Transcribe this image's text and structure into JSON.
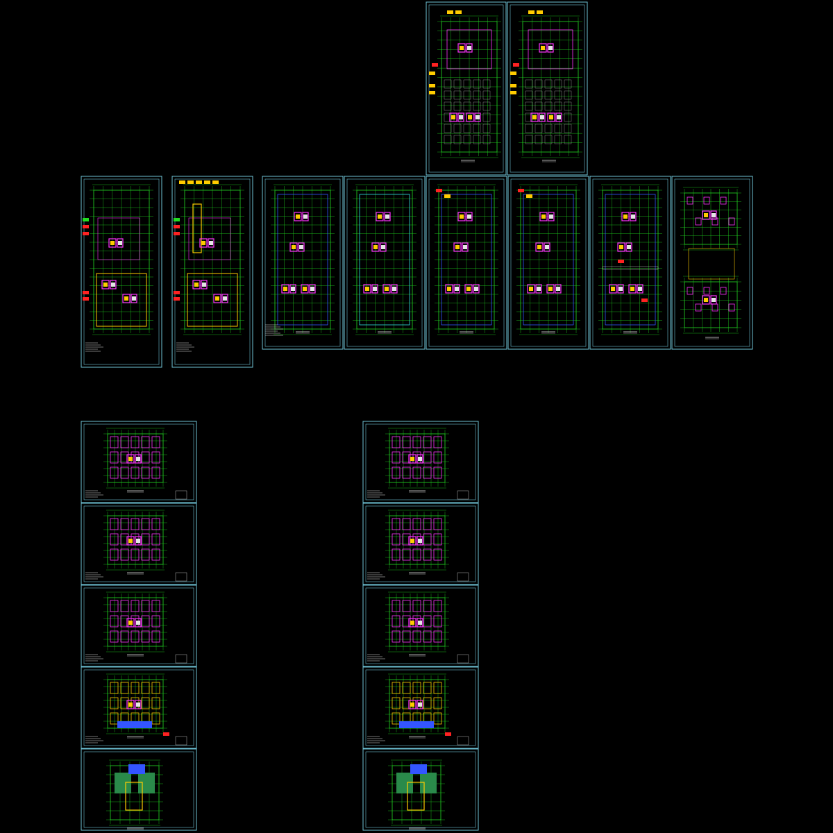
{
  "canvas": {
    "background": "#000000"
  },
  "colors": {
    "frame": "#6fc3d6",
    "grid": "#22dd22",
    "wall": "#ff33ff",
    "accent_yellow": "#ffcc00",
    "accent_red": "#ff2222",
    "accent_blue": "#3355ff",
    "white": "#e6e6e6",
    "cyan": "#33e0e0"
  },
  "sheets": {
    "top_row": [
      {
        "name": "sheet-basement-1",
        "kind": "parking-plan"
      },
      {
        "name": "sheet-basement-2",
        "kind": "parking-plan"
      }
    ],
    "middle_row": [
      {
        "name": "sheet-podium-1",
        "kind": "podium-plan-annotated"
      },
      {
        "name": "sheet-podium-2",
        "kind": "podium-plan-annotated"
      },
      {
        "name": "sheet-podium-3",
        "kind": "podium-plan"
      },
      {
        "name": "sheet-podium-4",
        "kind": "podium-plan"
      },
      {
        "name": "sheet-podium-5",
        "kind": "podium-plan"
      },
      {
        "name": "sheet-podium-6",
        "kind": "podium-plan"
      },
      {
        "name": "sheet-podium-7",
        "kind": "podium-plan"
      },
      {
        "name": "sheet-tower-combo",
        "kind": "tower-combo"
      }
    ],
    "left_column": [
      {
        "name": "sheet-left-tower-1",
        "kind": "tower-plan"
      },
      {
        "name": "sheet-left-tower-2",
        "kind": "tower-plan"
      },
      {
        "name": "sheet-left-tower-3",
        "kind": "tower-plan"
      },
      {
        "name": "sheet-left-tower-4",
        "kind": "tower-plan-alt"
      },
      {
        "name": "sheet-left-roof",
        "kind": "roof-plan"
      }
    ],
    "right_column": [
      {
        "name": "sheet-right-tower-1",
        "kind": "tower-plan"
      },
      {
        "name": "sheet-right-tower-2",
        "kind": "tower-plan"
      },
      {
        "name": "sheet-right-tower-3",
        "kind": "tower-plan"
      },
      {
        "name": "sheet-right-tower-4",
        "kind": "tower-plan-alt"
      },
      {
        "name": "sheet-right-roof",
        "kind": "roof-plan"
      }
    ]
  }
}
